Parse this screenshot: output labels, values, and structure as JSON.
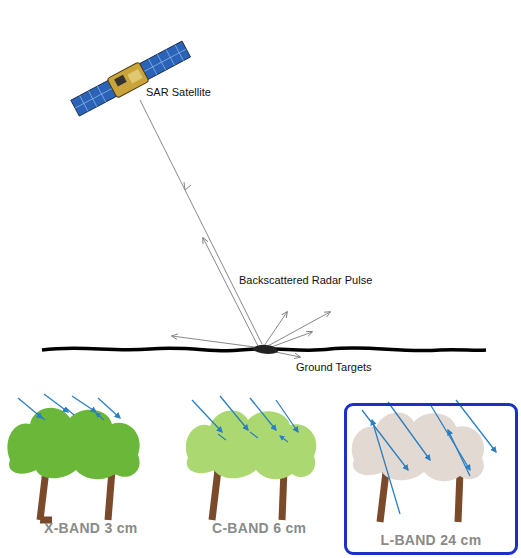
{
  "diagram": {
    "nodes": [
      {
        "text": [
          "L-BAND 24 cm"
        ]
      }
    ],
    "labels": [
      "SAR Satellite",
      "Backscattered Radar Pulse",
      "Ground Targets",
      "X-BAND 3 cm",
      "C-BAND 6 cm"
    ]
  }
}
